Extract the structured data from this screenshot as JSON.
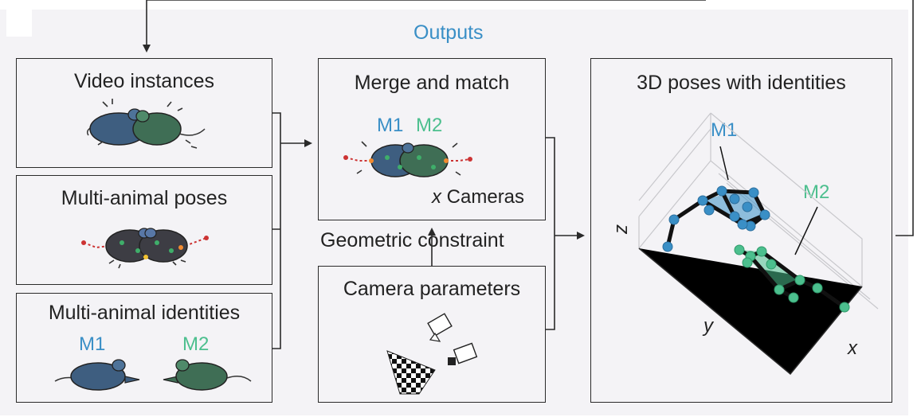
{
  "outputs_label": "Outputs",
  "inputs": {
    "video_instances": "Video instances",
    "multi_animal_poses": "Multi-animal poses",
    "multi_animal_identities": "Multi-animal identities",
    "identity_labels": [
      "M1",
      "M2"
    ]
  },
  "merge": {
    "title": "Merge and match",
    "labels": [
      "M1",
      "M2"
    ],
    "cameras_var": "x",
    "cameras_text": " Cameras"
  },
  "geometric_constraint": "Geometric constraint",
  "camera_params": {
    "title": "Camera parameters"
  },
  "poses3d": {
    "title": "3D poses with identities",
    "labels": [
      "M1",
      "M2"
    ],
    "axes": {
      "z": "z",
      "y": "y",
      "x": "x"
    }
  },
  "colors": {
    "m1": "#3a8fc6",
    "m2": "#4cbf8e",
    "panel": "#f4f3f6",
    "line": "#2a2a2a"
  }
}
